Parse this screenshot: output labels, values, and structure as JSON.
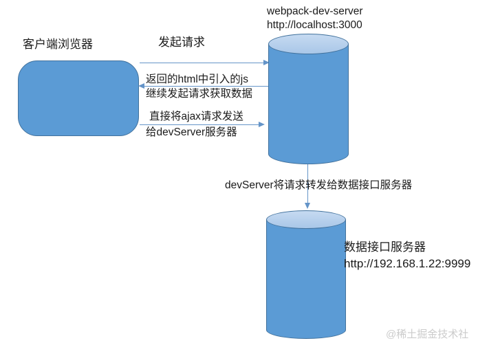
{
  "diagram": {
    "type": "flow-diagram",
    "colors": {
      "shape_fill": "#5B9BD5",
      "shape_border": "#41719C",
      "cylinder_top_fill": "#B7CFEA",
      "arrow": "#6494C8",
      "text": "#1a1a1a",
      "watermark": "#CBCBCB",
      "background": "#FFFFFF"
    },
    "nodes": {
      "client_browser": {
        "shape": "rounded-rectangle",
        "label": "客户端浏览器"
      },
      "webpack_dev_server": {
        "shape": "cylinder",
        "label_line1": "webpack-dev-server",
        "label_line2": "http://localhost:3000"
      },
      "data_api_server": {
        "shape": "cylinder",
        "label_line1": "数据接口服务器",
        "label_line2": "http://192.168.1.22:9999"
      }
    },
    "edges": {
      "request": {
        "from": "client_browser",
        "to": "webpack_dev_server",
        "direction": "right",
        "label": "发起请求"
      },
      "return_html": {
        "from": "webpack_dev_server",
        "to": "client_browser",
        "direction": "left",
        "label_line1": "返回的html中引入的js",
        "label_line2": "继续发起请求获取数据"
      },
      "ajax": {
        "from": "client_browser",
        "to": "webpack_dev_server",
        "direction": "right",
        "label_line1": "直接将ajax请求发送",
        "label_line2": "给devServer服务器"
      },
      "forward": {
        "from": "webpack_dev_server",
        "to": "data_api_server",
        "direction": "down",
        "label": "devServer将请求转发给数据接口服务器"
      }
    },
    "watermark": "@稀土掘金技术社区"
  }
}
